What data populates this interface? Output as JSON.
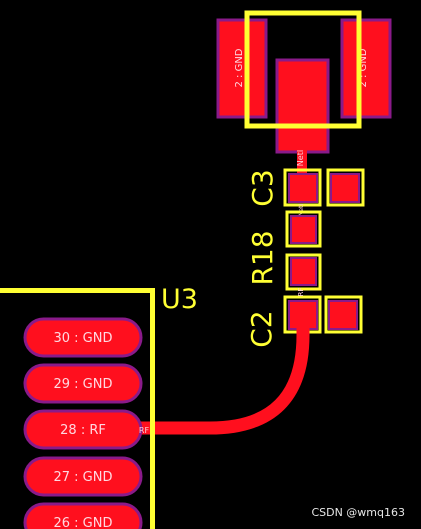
{
  "colors": {
    "background": "#000000",
    "copper": "#ff0f1e",
    "pad_outline": "#8a1a8a",
    "silkscreen": "#ffff33",
    "pin_text": "#ffd8e0"
  },
  "module": {
    "designator": "U3",
    "pins": [
      {
        "label": "30 : GND"
      },
      {
        "label": "29 : GND"
      },
      {
        "label": "28 : RF",
        "edge_label": "RF"
      },
      {
        "label": "27 : GND"
      },
      {
        "label": "26 : GND"
      }
    ]
  },
  "antenna": {
    "pad_left_label": "2 : GND",
    "pad_right_label": "2 : GND",
    "net_label": "NetI"
  },
  "components": {
    "c3": {
      "designator": "C3",
      "net_label": "NetI"
    },
    "r18": {
      "designator": "R18"
    },
    "c2": {
      "designator": "C2",
      "net_label": "RF"
    }
  },
  "watermark": "CSDN @wmq163"
}
